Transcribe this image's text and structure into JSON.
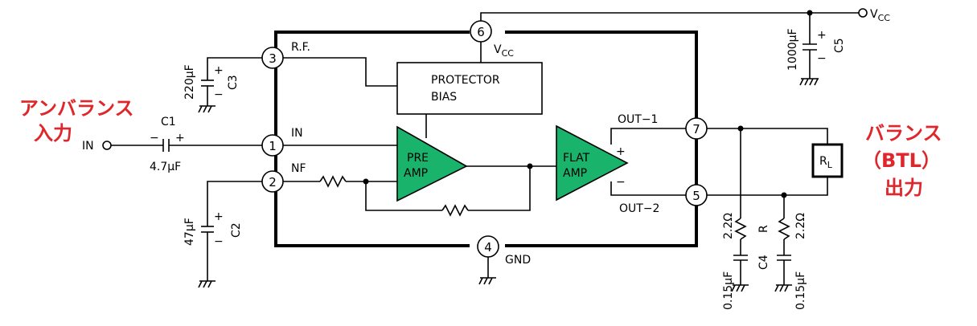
{
  "labels": {
    "in_side_jp": "アンバランス",
    "in_side_jp2": "入力",
    "out_side_jp": "バランス",
    "out_side_jp2": "（BTL）",
    "out_side_jp3": "出力",
    "in_terminal": "IN",
    "vcc_terminal": "V",
    "vcc_sub": "CC",
    "vcc_pin_label": "V",
    "vcc_pin_sub": "CC",
    "gnd": "GND",
    "rf": "R.F.",
    "in_pin": "IN",
    "nf": "NF",
    "out1": "OUT−1",
    "out2": "OUT−2",
    "protector": "PROTECTOR",
    "bias": "BIAS",
    "pre": "PRE",
    "pre_amp": "AMP",
    "flat": "FLAT",
    "flat_amp": "AMP",
    "plus": "+",
    "minus": "−",
    "rl": "R",
    "rl_sub": "L"
  },
  "pins": [
    "1",
    "2",
    "3",
    "4",
    "5",
    "6",
    "7"
  ],
  "components": {
    "c1_name": "C1",
    "c1_val": "4.7μF",
    "c2_name": "C2",
    "c2_val": "47μF",
    "c3_name": "C3",
    "c3_val": "220μF",
    "c4_name": "C4",
    "c5_name": "C5",
    "c5_val": "1000μF",
    "r_name": "R",
    "r1_val": "2.2Ω",
    "r2_val": "2.2Ω",
    "cap1_val": "0.15μF",
    "cap2_val": "0.15μF"
  },
  "colors": {
    "accent_red": "#e0262a",
    "amp_fill": "#19b36b"
  }
}
